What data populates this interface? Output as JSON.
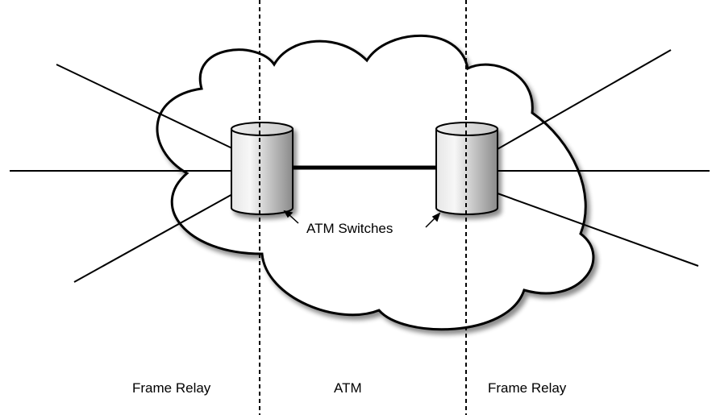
{
  "switch_label": "ATM Switches",
  "regions": {
    "left": "Frame Relay",
    "middle": "ATM",
    "right": "Frame Relay"
  },
  "colors": {
    "line": "#000000",
    "cloud_fill": "#ffffff",
    "switch_light": "#f4f4f4",
    "switch_dark": "#8a8a8a"
  }
}
